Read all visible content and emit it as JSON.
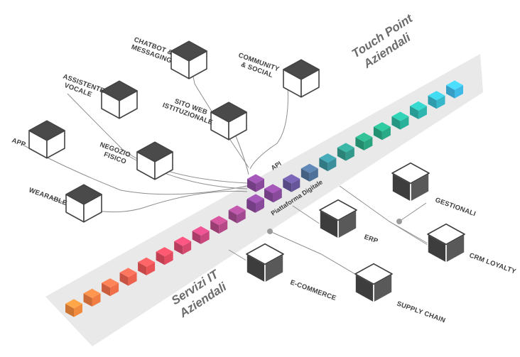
{
  "sections": {
    "touchpoint": [
      "Touch Point",
      "Aziendali"
    ],
    "servizi": [
      "Servizi IT",
      "Aziendali"
    ]
  },
  "platform": {
    "label": "Piattaforma Digitale",
    "api": "API"
  },
  "touchpoints": [
    {
      "lines": [
        "CHATBOT &",
        "MESSAGING"
      ]
    },
    {
      "lines": [
        "COMMUNITY",
        "& SOCIAL"
      ]
    },
    {
      "lines": [
        "ASSISTENTE",
        "VOCALE"
      ]
    },
    {
      "lines": [
        "SITO WEB",
        "ISTITUZIONALE"
      ]
    },
    {
      "lines": [
        "APP"
      ]
    },
    {
      "lines": [
        "NEGOZIO",
        "FISICO"
      ]
    },
    {
      "lines": [
        "WEARABLE"
      ]
    }
  ],
  "services": [
    {
      "lines": [
        "GESTIONALI"
      ]
    },
    {
      "lines": [
        "ERP"
      ]
    },
    {
      "lines": [
        "CRM LOYALTY"
      ]
    },
    {
      "lines": [
        "E-COMMERCE"
      ]
    },
    {
      "lines": [
        "SUPPLY CHAIN"
      ]
    }
  ],
  "colors": {
    "band": "#e9e9e9",
    "box_dark": "#555555",
    "box_top": "#4a4a4a",
    "line": "#8f8f8f",
    "gradient": [
      "#f08a3c",
      "#ef6b4b",
      "#e84a5a",
      "#c9477c",
      "#9b4a94",
      "#6e4b9a",
      "#3a8f9a",
      "#27a67a",
      "#2bb5a5",
      "#3fb9e6"
    ]
  }
}
